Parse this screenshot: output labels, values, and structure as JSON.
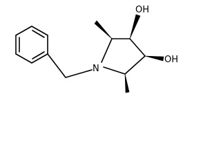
{
  "molecule": {
    "atoms": {
      "nitrogen": "N",
      "hydroxyl_upper": "OH",
      "hydroxyl_lower": "OH"
    },
    "colors": {
      "bond": "#000000",
      "background": "#ffffff"
    }
  }
}
